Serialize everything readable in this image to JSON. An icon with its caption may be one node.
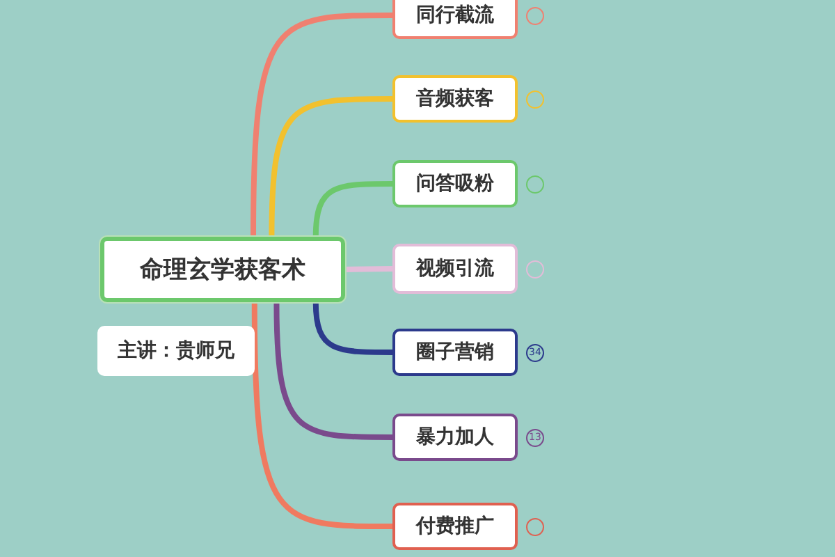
{
  "diagram": {
    "nodes": [
      {
        "text": [
          "命理玄学获客术"
        ]
      },
      {
        "text": [
          "主讲：贵师兄"
        ]
      },
      {
        "text": [
          "同行截流"
        ]
      },
      {
        "text": [
          "音频获客"
        ]
      },
      {
        "text": [
          "问答吸粉"
        ]
      },
      {
        "text": [
          "视频引流"
        ]
      },
      {
        "text": [
          "圈子营销"
        ],
        "beside": [
          "34"
        ]
      },
      {
        "text": [
          "暴力加人"
        ],
        "beside": [
          "13"
        ]
      },
      {
        "text": [
          "付费推广"
        ]
      }
    ],
    "edges": [
      {
        "from": 0,
        "to": 2,
        "arrow": "none",
        "color": "#f08070"
      },
      {
        "from": 0,
        "to": 3,
        "arrow": "none",
        "color": "#f2c12e"
      },
      {
        "from": 0,
        "to": 4,
        "arrow": "none",
        "color": "#6cc86c"
      },
      {
        "from": 0,
        "to": 5,
        "arrow": "none",
        "color": "#e2bcd8"
      },
      {
        "from": 0,
        "to": 6,
        "arrow": "none",
        "color": "#2c3a8c"
      },
      {
        "from": 0,
        "to": 7,
        "arrow": "none",
        "color": "#7a4a8c"
      },
      {
        "from": 0,
        "to": 8,
        "arrow": "none",
        "color": "#f07a60"
      }
    ]
  }
}
